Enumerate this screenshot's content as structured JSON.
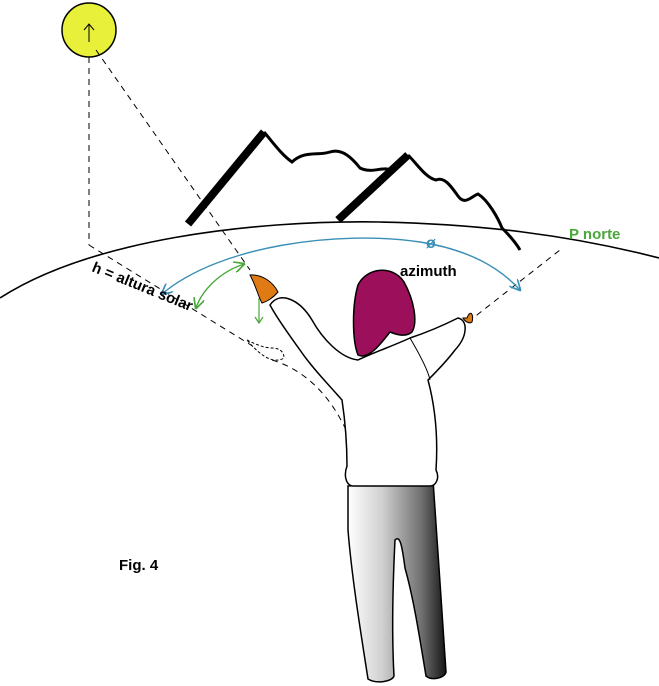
{
  "labels": {
    "altura": "h = altura solar",
    "azimuth": "azimuth",
    "phi": "ø",
    "north": "P norte",
    "figure": "Fig. 4"
  },
  "colors": {
    "sun": "#e8f03a",
    "hair": "#9c0f5a",
    "hand": "#e07a14",
    "azimuth_arc": "#3a8fb7",
    "altitude_arc": "#4aa83a",
    "north_label": "#4aa83a"
  }
}
